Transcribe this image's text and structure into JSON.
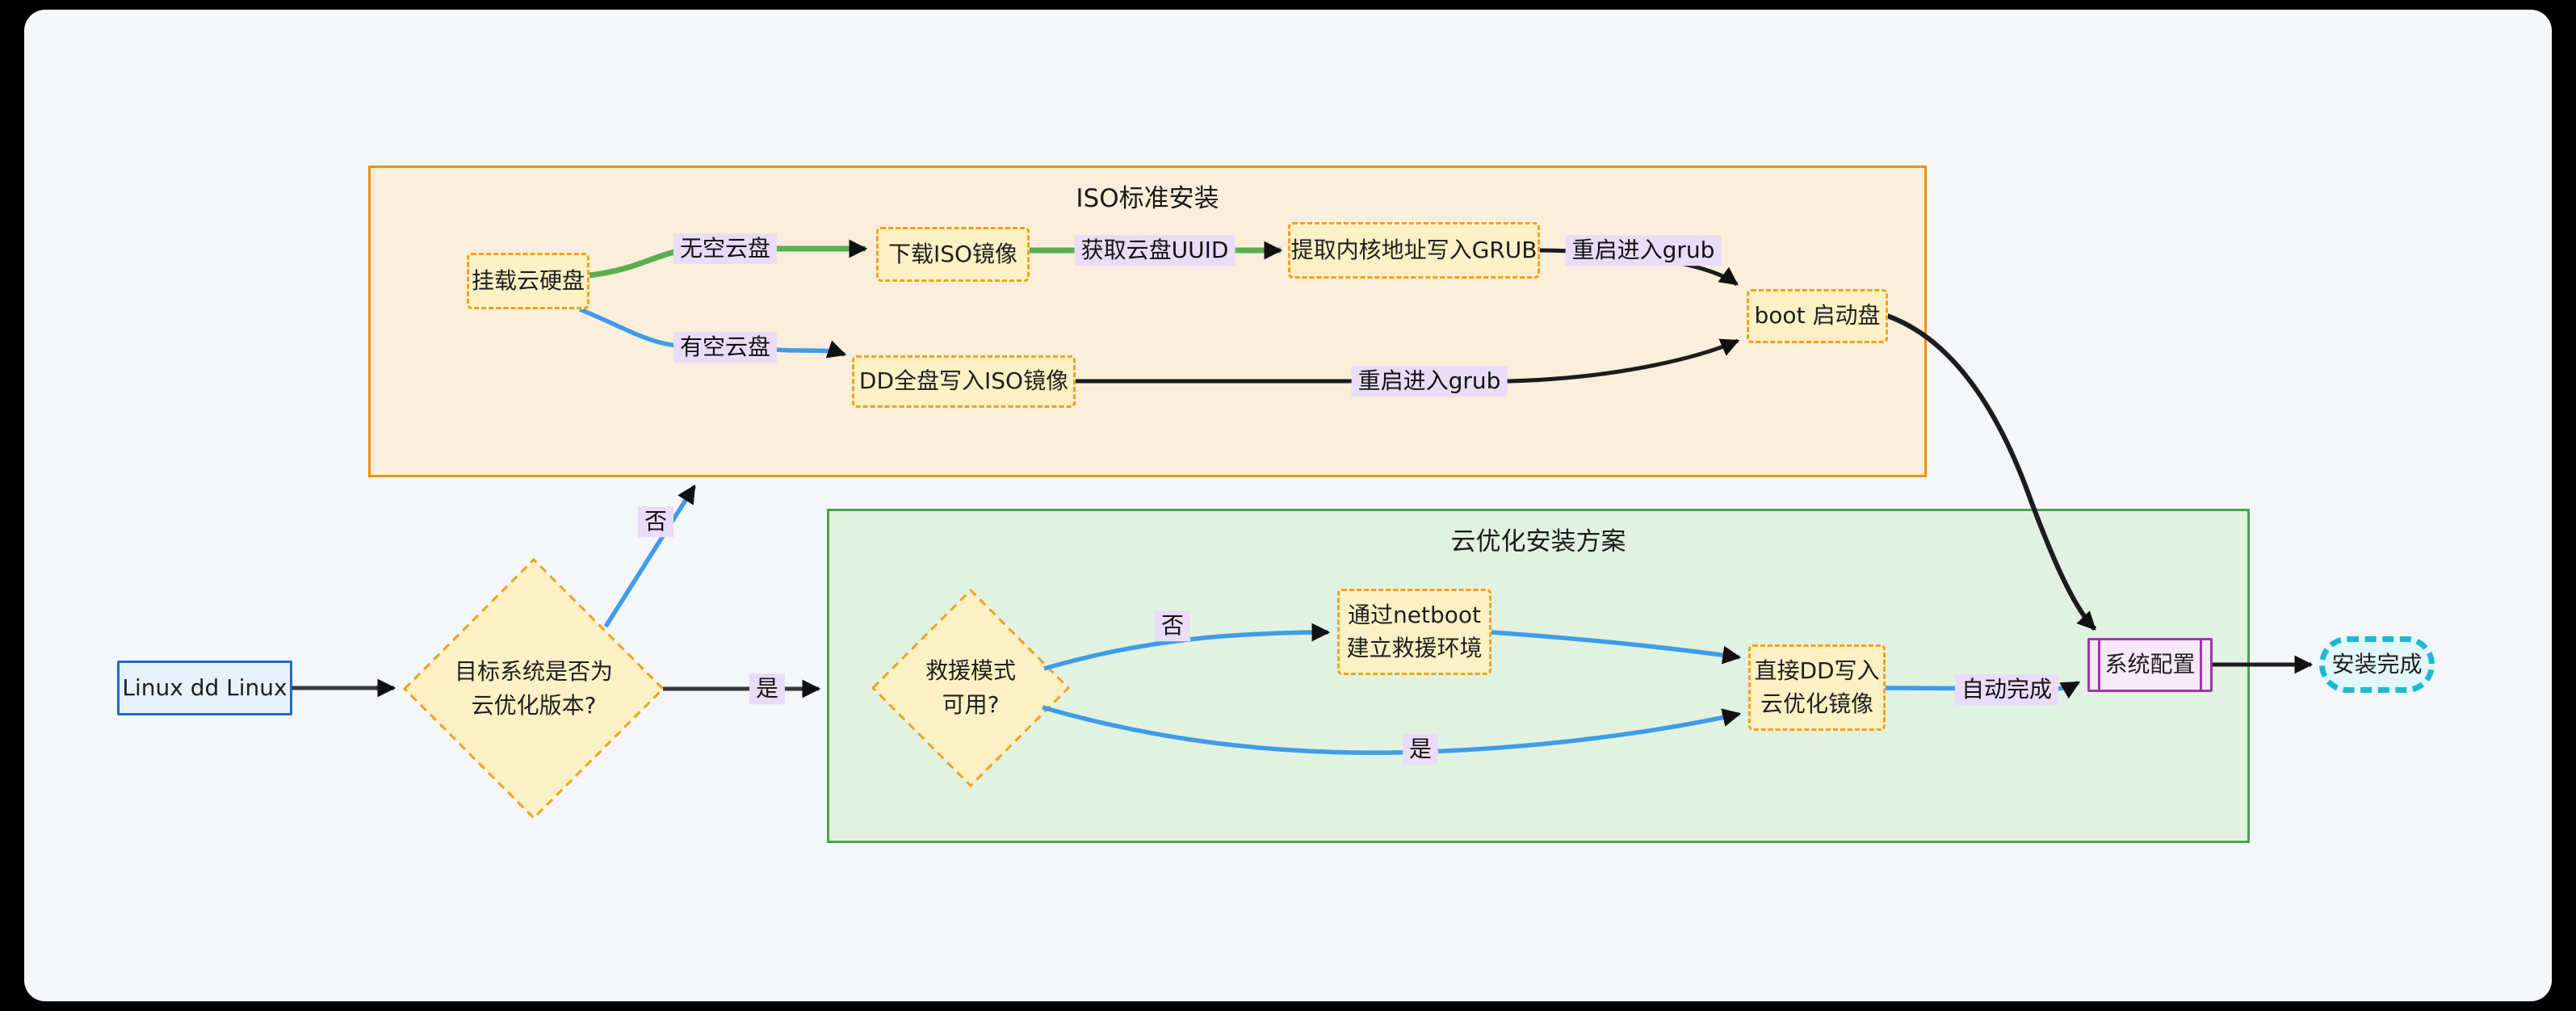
{
  "diagram": {
    "type": "flowchart",
    "direction": "left-to-right",
    "background": "#f4f6fa",
    "frame": "#000000"
  },
  "subgraphs": {
    "iso": {
      "title": "ISO标准安装",
      "bg": "#fbeeda",
      "border": "#ee9209"
    },
    "cloud": {
      "title": "云优化安装方案",
      "bg": "#e2f2e1",
      "border": "#4aa24f"
    }
  },
  "nodes": {
    "start": {
      "label": "Linux dd Linux"
    },
    "mount": {
      "label": "挂载云硬盘"
    },
    "download": {
      "label": "下载ISO镜像"
    },
    "extract": {
      "label": "提取内核地址写入GRUB"
    },
    "boot": {
      "label": "boot 启动盘"
    },
    "dd_iso": {
      "label": "DD全盘写入ISO镜像"
    },
    "decision_target": {
      "lines": [
        "目标系统是否为",
        "云优化版本?"
      ]
    },
    "decision_rescue": {
      "lines": [
        "救援模式",
        "可用?"
      ]
    },
    "netboot": {
      "lines": [
        "通过netboot",
        "建立救援环境"
      ]
    },
    "dd_direct": {
      "lines": [
        "直接DD写入",
        "云优化镜像"
      ]
    },
    "sysconfig": {
      "label": "系统配置"
    },
    "done": {
      "label": "安装完成"
    }
  },
  "edge_labels": {
    "target_no": "否",
    "target_yes": "是",
    "disk_none": "无空云盘",
    "disk_has": "有空云盘",
    "get_uuid": "获取云盘UUID",
    "reboot_grub_1": "重启进入grub",
    "reboot_grub_2": "重启进入grub",
    "rescue_no": "否",
    "rescue_yes": "是",
    "auto_done": "自动完成"
  },
  "edges": [
    {
      "from": "start",
      "to": "decision_target",
      "label": "",
      "color": "#3a3a3a"
    },
    {
      "from": "decision_target",
      "to": "subgraph-iso",
      "label": "否",
      "color": "#3f9ce8"
    },
    {
      "from": "decision_target",
      "to": "subgraph-cloud",
      "label": "是",
      "color": "#3a3a3a"
    },
    {
      "from": "mount",
      "to": "download",
      "label": "无空云盘",
      "color": "#5aad53"
    },
    {
      "from": "download",
      "to": "extract",
      "label": "获取云盘UUID",
      "color": "#5aad53"
    },
    {
      "from": "extract",
      "to": "boot",
      "label": "重启进入grub",
      "color": "#1c1c1c"
    },
    {
      "from": "mount",
      "to": "dd_iso",
      "label": "有空云盘",
      "color": "#3f9ce8"
    },
    {
      "from": "dd_iso",
      "to": "boot",
      "label": "重启进入grub",
      "color": "#1c1c1c"
    },
    {
      "from": "boot",
      "to": "sysconfig",
      "label": "",
      "color": "#1c1c1c"
    },
    {
      "from": "decision_rescue",
      "to": "netboot",
      "label": "否",
      "color": "#3f9ce8"
    },
    {
      "from": "decision_rescue",
      "to": "dd_direct",
      "label": "是",
      "color": "#3f9ce8"
    },
    {
      "from": "netboot",
      "to": "dd_direct",
      "label": "",
      "color": "#3f9ce8"
    },
    {
      "from": "dd_direct",
      "to": "sysconfig",
      "label": "自动完成",
      "color": "#3f9ce8"
    },
    {
      "from": "sysconfig",
      "to": "done",
      "label": "",
      "color": "#1c1c1c"
    }
  ],
  "colors": {
    "node_yellow_bg": "#fcf0c5",
    "node_yellow_border": "#f0a21d",
    "start_bg": "#e6f1fc",
    "start_border": "#1e6dc6",
    "sysconfig_bg": "#f7e8fa",
    "sysconfig_border": "#a035b2",
    "done_bg": "#e3f6f9",
    "done_border": "#1fb9cf",
    "edge_label_bg": "#eadcf8",
    "edge_green": "#5aad53",
    "edge_blue": "#3f9ce8",
    "edge_black": "#1c1c1c"
  }
}
